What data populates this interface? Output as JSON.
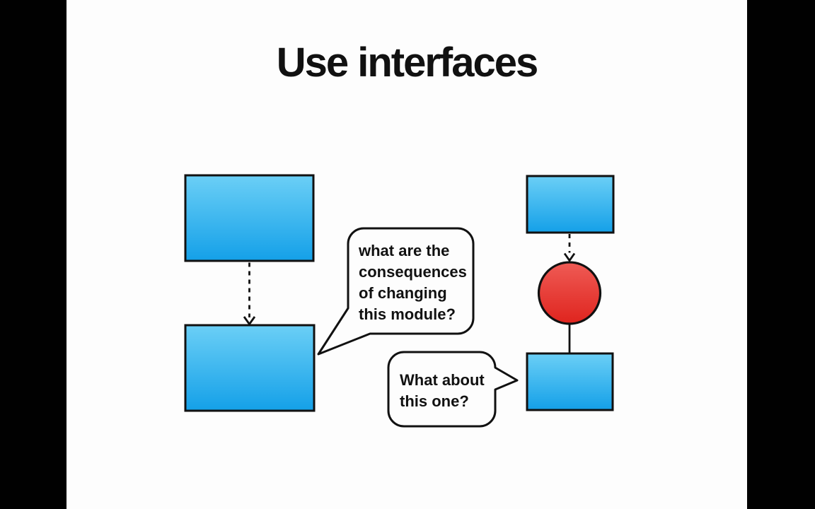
{
  "slide": {
    "title": "Use interfaces",
    "bubble_left": {
      "lines": [
        "what are the",
        "consequences",
        "of changing",
        "this module?"
      ]
    },
    "bubble_right": {
      "lines": [
        "What about",
        "this one?"
      ]
    },
    "colors": {
      "box_gradient_top": "#6BCFF6",
      "box_gradient_bottom": "#14A0E8",
      "circle_gradient_top": "#EF5B55",
      "circle_gradient_bottom": "#DF241E",
      "outline": "#111111",
      "slide_background": "#FDFDFD",
      "letterbox": "#010101"
    }
  }
}
